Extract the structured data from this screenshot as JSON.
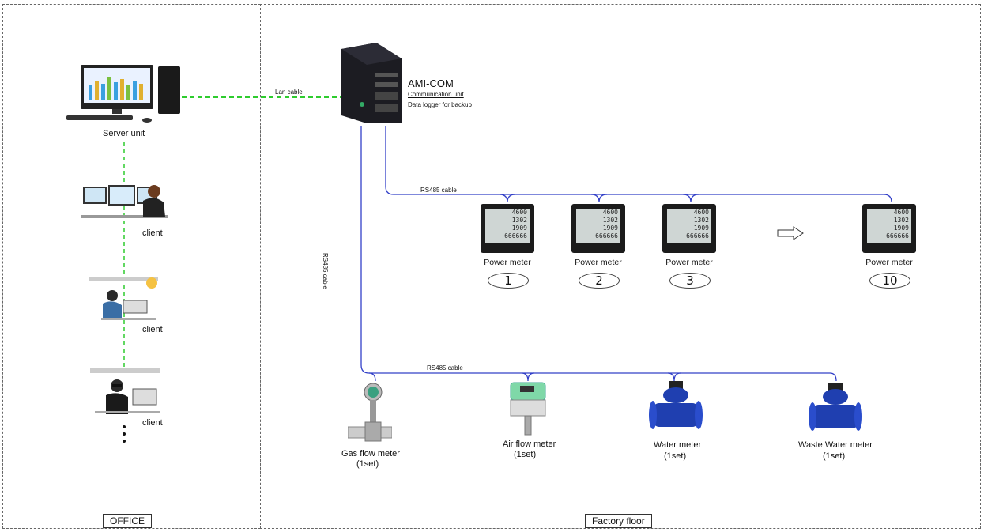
{
  "zones": {
    "office": "OFFICE",
    "factory": "Factory floor"
  },
  "office": {
    "server_label": "Server unit",
    "clients": [
      "client",
      "client",
      "client"
    ]
  },
  "cables": {
    "lan": "Lan cable",
    "rs485_top": "RS485 cable",
    "rs485_vertical": "RS485 cable",
    "rs485_bottom": "RS485 cable"
  },
  "ami": {
    "title": "AMI-COM",
    "line1": "Communication unit",
    "line2": "Data logger for backup"
  },
  "power_meters": [
    {
      "label": "Power meter",
      "num": "1"
    },
    {
      "label": "Power meter",
      "num": "2"
    },
    {
      "label": "Power meter",
      "num": "3"
    },
    {
      "label": "Power meter",
      "num": "10"
    }
  ],
  "meter_display": [
    "4600",
    "1302",
    "1909",
    "666666"
  ],
  "flow_meters": [
    {
      "label": "Gas flow meter",
      "qty": "(1set)"
    },
    {
      "label": "Air flow meter",
      "qty": "(1set)"
    },
    {
      "label": "Water meter",
      "qty": "(1set)"
    },
    {
      "label": "Waste Water meter",
      "qty": "(1set)"
    }
  ],
  "colors": {
    "lan_line": "#2ecc2e",
    "rs485_line": "#3340c8",
    "meter_blue": "#1f3fb0"
  }
}
